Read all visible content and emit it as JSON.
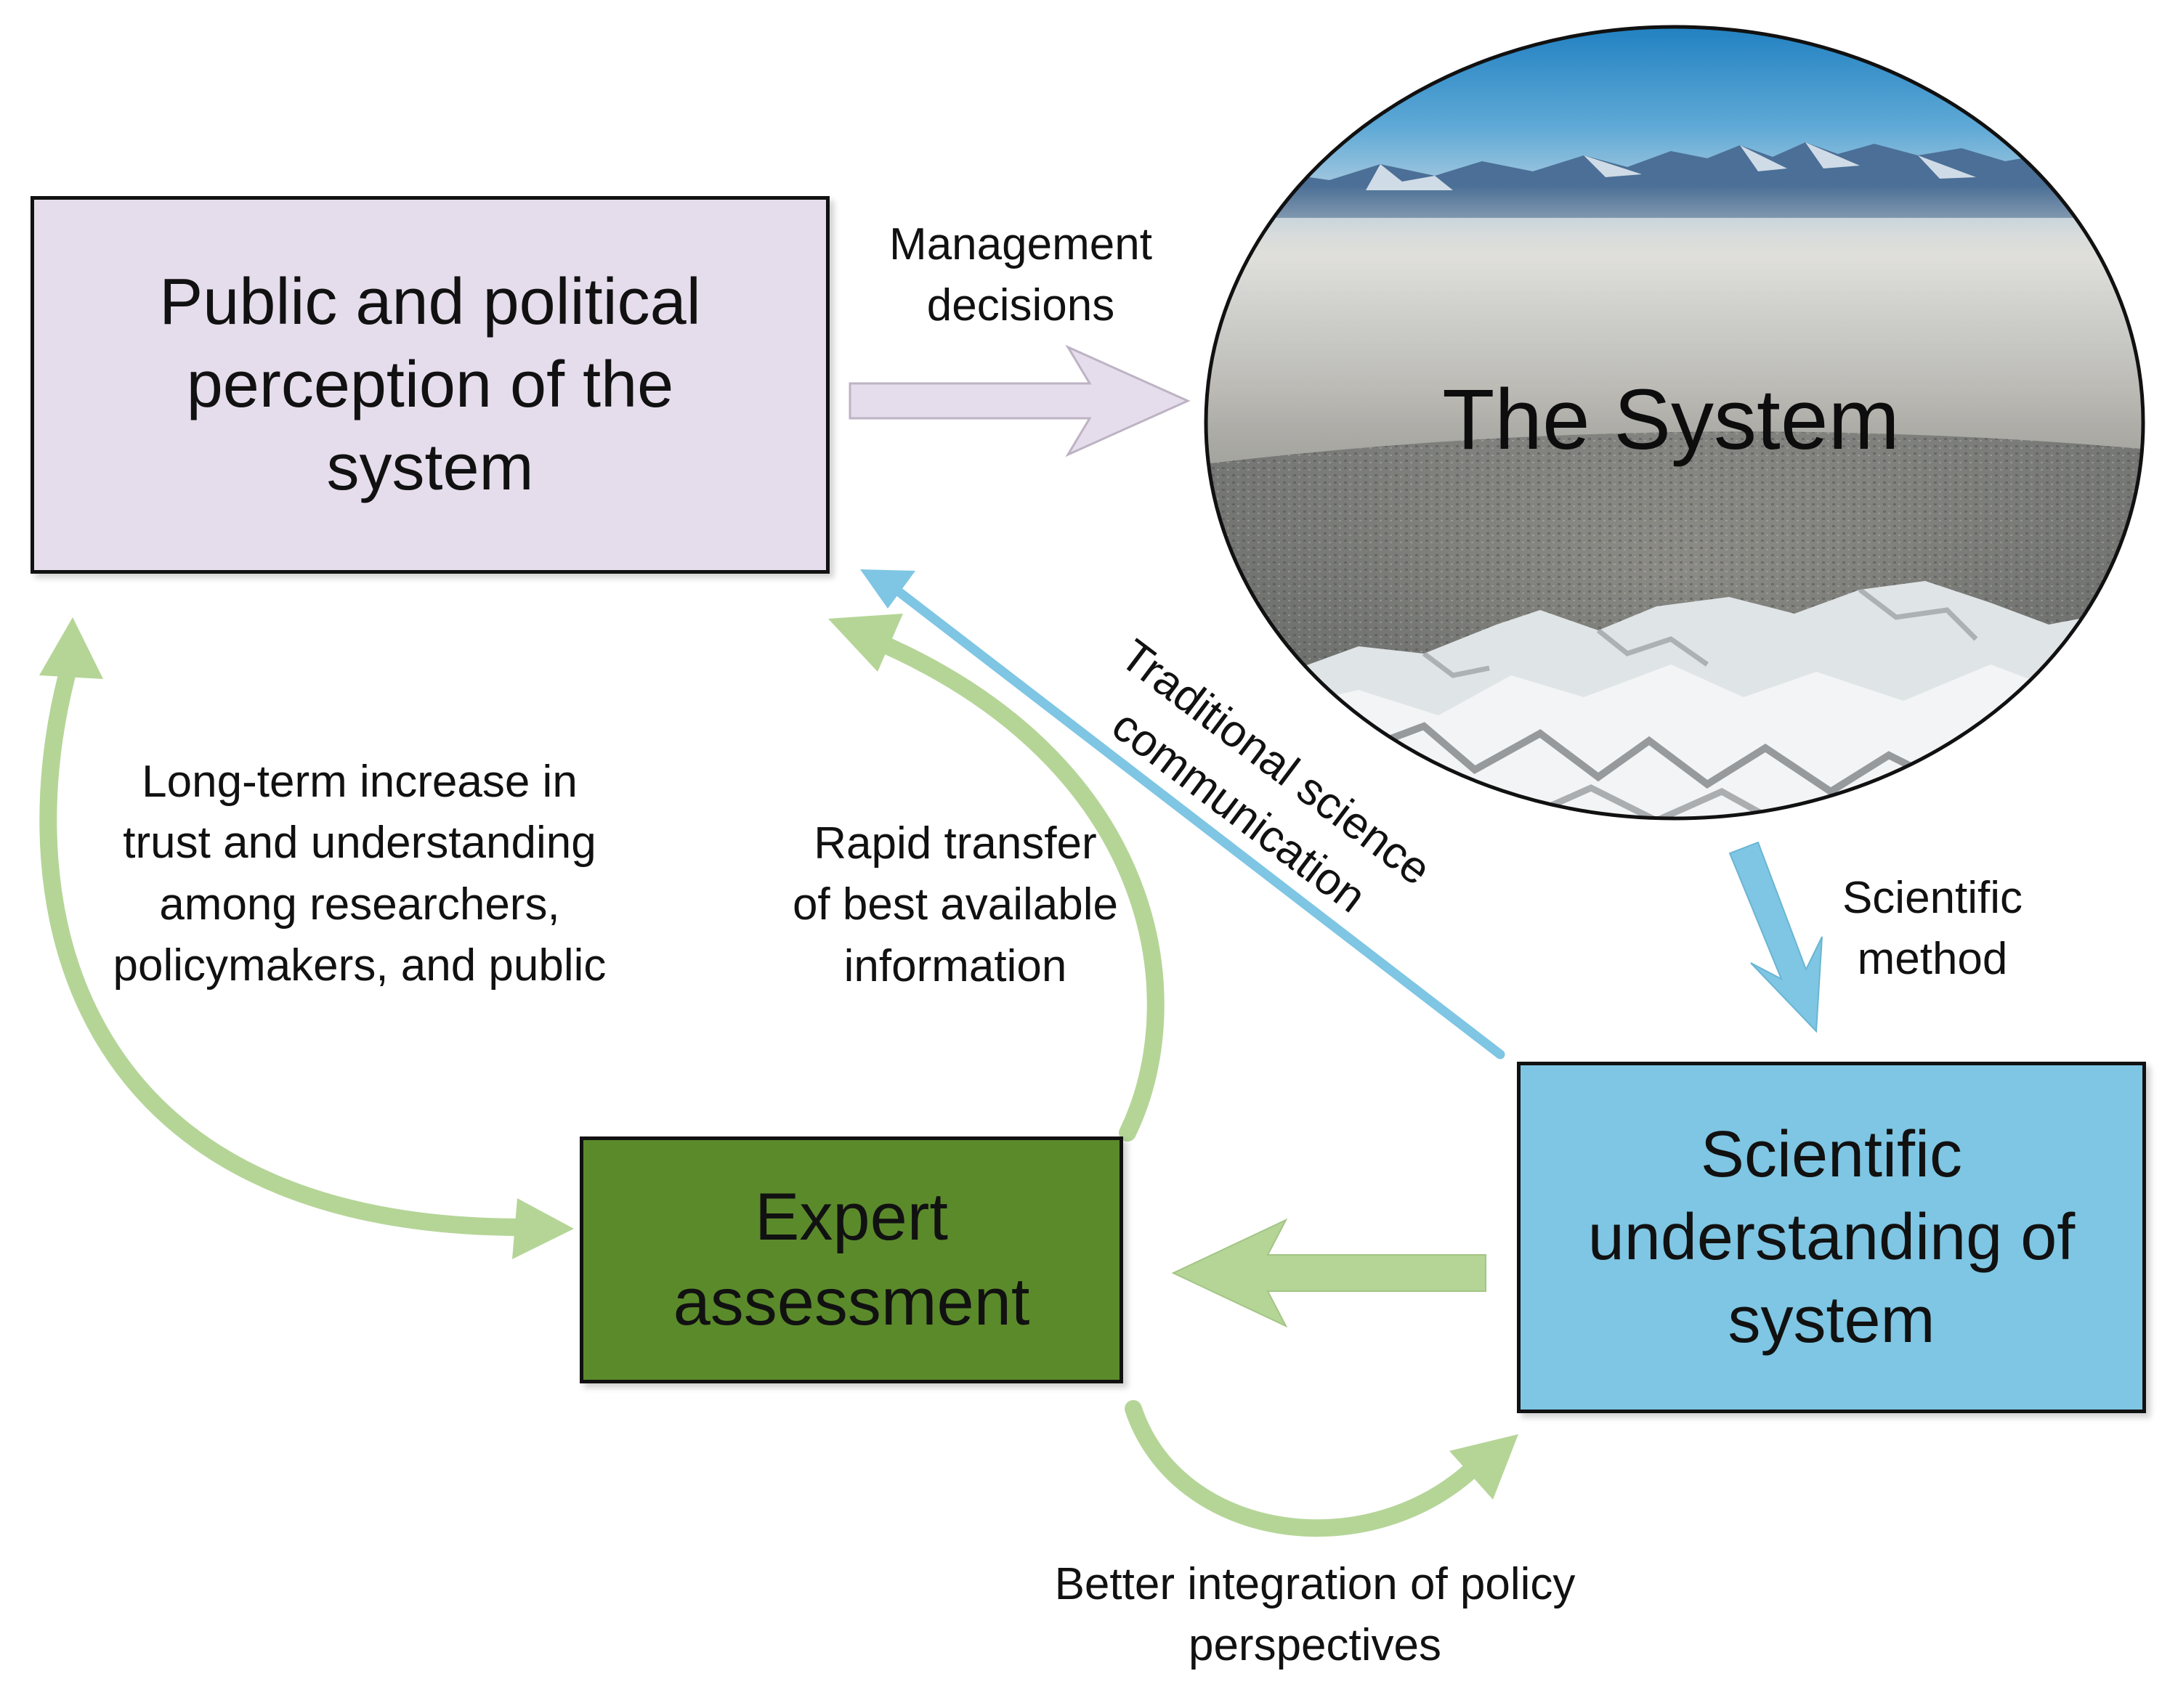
{
  "diagram": {
    "nodes": {
      "public": {
        "label": "Public and political perception of the system",
        "fill": "#E6DDEC"
      },
      "system": {
        "label": "The System"
      },
      "expert": {
        "label": "Expert assessment",
        "fill": "#5B8A2B"
      },
      "scientific": {
        "label": "Scientific understanding of system",
        "fill": "#7EC6E3"
      }
    },
    "edges": {
      "management_decisions": {
        "from": "public",
        "to": "system",
        "label": "Management decisions",
        "color": "#E6DDEC"
      },
      "scientific_method": {
        "from": "system",
        "to": "scientific",
        "label": "Scientific method",
        "color": "#7EC6E3"
      },
      "traditional_communication": {
        "from": "scientific",
        "to": "public",
        "label": "Traditional science communication",
        "color": "#7EC6E3"
      },
      "scientific_to_expert": {
        "from": "scientific",
        "to": "expert",
        "color": "#B5D597"
      },
      "rapid_transfer": {
        "from": "expert",
        "to": "public",
        "label": "Rapid transfer of best available information",
        "color": "#B5D597"
      },
      "long_term_trust": {
        "from": "expert",
        "to": "public",
        "label": "Long-term increase in trust and understanding among researchers, policymakers, and public",
        "color": "#B5D597",
        "bidirectional": true
      },
      "policy_integration": {
        "from": "expert",
        "to": "scientific",
        "label": "Better integration of policy perspectives",
        "color": "#B5D597"
      }
    }
  }
}
